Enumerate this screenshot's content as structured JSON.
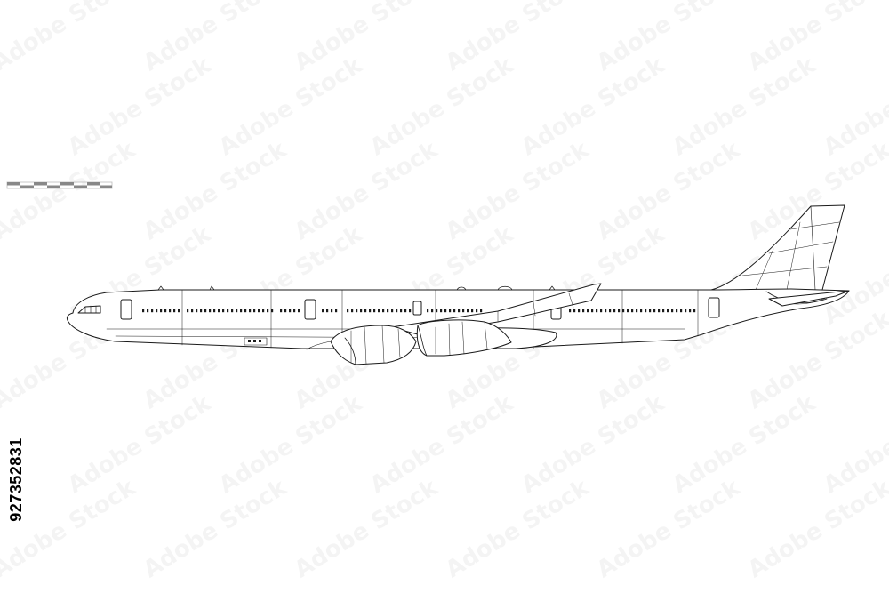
{
  "image": {
    "subject": "airliner-side-view-line-drawing",
    "colors": {
      "background": "#ffffff",
      "line": "#1a1a1a",
      "scale_dark": "#888888",
      "scale_light": "#cccccc"
    }
  },
  "stock_id": "927352831",
  "watermark": {
    "text": "Adobe Stock",
    "repeat": true
  }
}
